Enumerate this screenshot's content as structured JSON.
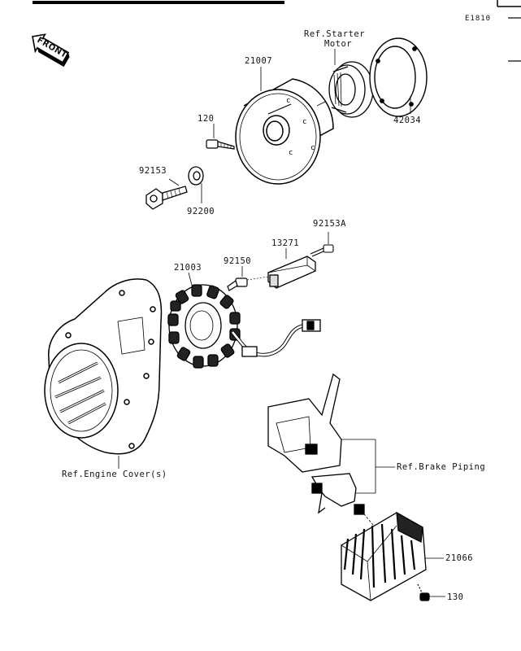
{
  "diagram_code": "E1810",
  "front_label": "FRONT",
  "labels": {
    "ref_starter_motor_line1": "Ref.Starter",
    "ref_starter_motor_line2": "Motor",
    "p21007": "21007",
    "p42034": "42034",
    "p120": "120",
    "p92153": "92153",
    "p92200": "92200",
    "p92153A": "92153A",
    "p13271": "13271",
    "p92150": "92150",
    "p21003": "21003",
    "ref_engine_cover": "Ref.Engine Cover(s)",
    "ref_brake_piping": "Ref.Brake Piping",
    "p21066": "21066",
    "p130": "130"
  }
}
